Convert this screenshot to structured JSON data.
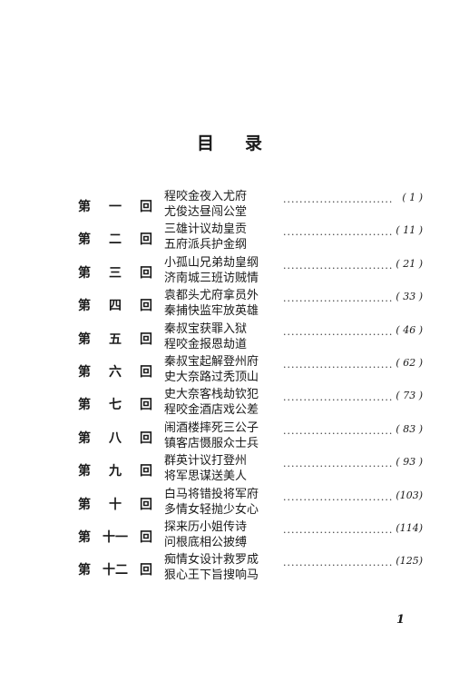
{
  "heading": "目录",
  "entries": [
    {
      "chapter": [
        "第",
        "一",
        "回"
      ],
      "line1": "程咬金夜入尤府",
      "line2": "尤俊达昼闯公堂",
      "page": "( 1 )"
    },
    {
      "chapter": [
        "第",
        "二",
        "回"
      ],
      "line1": "三雄计议劫皇贡",
      "line2": "五府派兵护金纲",
      "page": "( 11 )"
    },
    {
      "chapter": [
        "第",
        "三",
        "回"
      ],
      "line1": "小孤山兄弟劫皇纲",
      "line2": "济南城三班访贼情",
      "page": "( 21 )"
    },
    {
      "chapter": [
        "第",
        "四",
        "回"
      ],
      "line1": "袁都头尤府拿员外",
      "line2": "秦捕快监牢放英雄",
      "page": "( 33 )"
    },
    {
      "chapter": [
        "第",
        "五",
        "回"
      ],
      "line1": "秦叔宝获罪入狱",
      "line2": "程咬金报恩劫道",
      "page": "( 46 )"
    },
    {
      "chapter": [
        "第",
        "六",
        "回"
      ],
      "line1": "秦叔宝起解登州府",
      "line2": "史大奈路过秃顶山",
      "page": "( 62 )"
    },
    {
      "chapter": [
        "第",
        "七",
        "回"
      ],
      "line1": "史大奈客栈劫钦犯",
      "line2": "程咬金酒店戏公差",
      "page": "( 73 )"
    },
    {
      "chapter": [
        "第",
        "八",
        "回"
      ],
      "line1": "闹酒楼摔死三公子",
      "line2": "镇客店慑服众士兵",
      "page": "( 83 )"
    },
    {
      "chapter": [
        "第",
        "九",
        "回"
      ],
      "line1": "群英计议打登州",
      "line2": "将军思谋送美人",
      "page": "( 93 )"
    },
    {
      "chapter": [
        "第",
        "十",
        "回"
      ],
      "line1": "白马将错投将军府",
      "line2": "多情女轻抛少女心",
      "page": "(103)"
    },
    {
      "chapter": [
        "第",
        "十一",
        "回"
      ],
      "line1": "探来历小姐传诗",
      "line2": "问根底相公披缚",
      "page": "(114)"
    },
    {
      "chapter": [
        "第",
        "十二",
        "回"
      ],
      "line1": "痴情女设计救罗成",
      "line2": "狠心王下旨搜响马",
      "page": "(125)"
    }
  ],
  "folio": "1"
}
